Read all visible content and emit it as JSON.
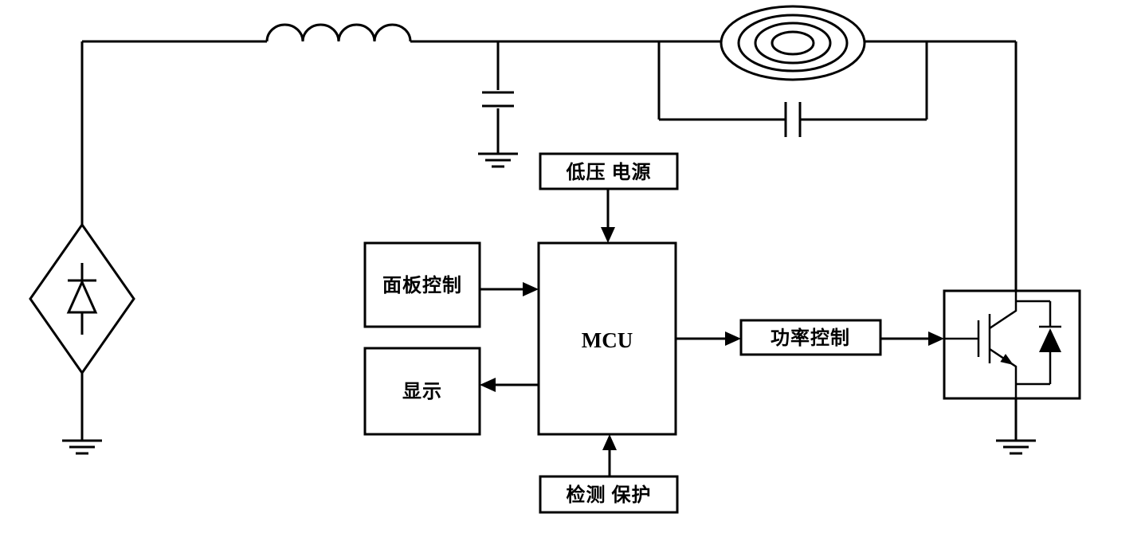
{
  "diagram": {
    "type": "circuit-block-diagram",
    "subject": "induction-cooker-system-schematic",
    "colors": {
      "line": "#000000",
      "background": "#ffffff"
    },
    "blocks": {
      "low_voltage_supply": {
        "label": "低压 电源"
      },
      "panel_control": {
        "label": "面板控制"
      },
      "mcu": {
        "label": "MCU"
      },
      "display": {
        "label": "显示"
      },
      "power_control": {
        "label": "功率控制"
      },
      "detection_protection": {
        "label": "检测 保护"
      }
    },
    "components": [
      {
        "name": "bridge-rectifier-diode"
      },
      {
        "name": "series-inductor"
      },
      {
        "name": "filter-capacitor-to-ground"
      },
      {
        "name": "induction-heating-coil"
      },
      {
        "name": "parallel-resonant-capacitor"
      },
      {
        "name": "igbt-with-freewheel-diode"
      },
      {
        "name": "ground-symbol",
        "count": 3
      }
    ],
    "connections": [
      {
        "from": "low_voltage_supply",
        "to": "mcu",
        "direction": "down"
      },
      {
        "from": "panel_control",
        "to": "mcu",
        "direction": "right"
      },
      {
        "from": "mcu",
        "to": "display",
        "direction": "left"
      },
      {
        "from": "mcu",
        "to": "power_control",
        "direction": "right"
      },
      {
        "from": "power_control",
        "to": "igbt",
        "direction": "right"
      },
      {
        "from": "detection_protection",
        "to": "mcu",
        "direction": "up"
      }
    ]
  }
}
